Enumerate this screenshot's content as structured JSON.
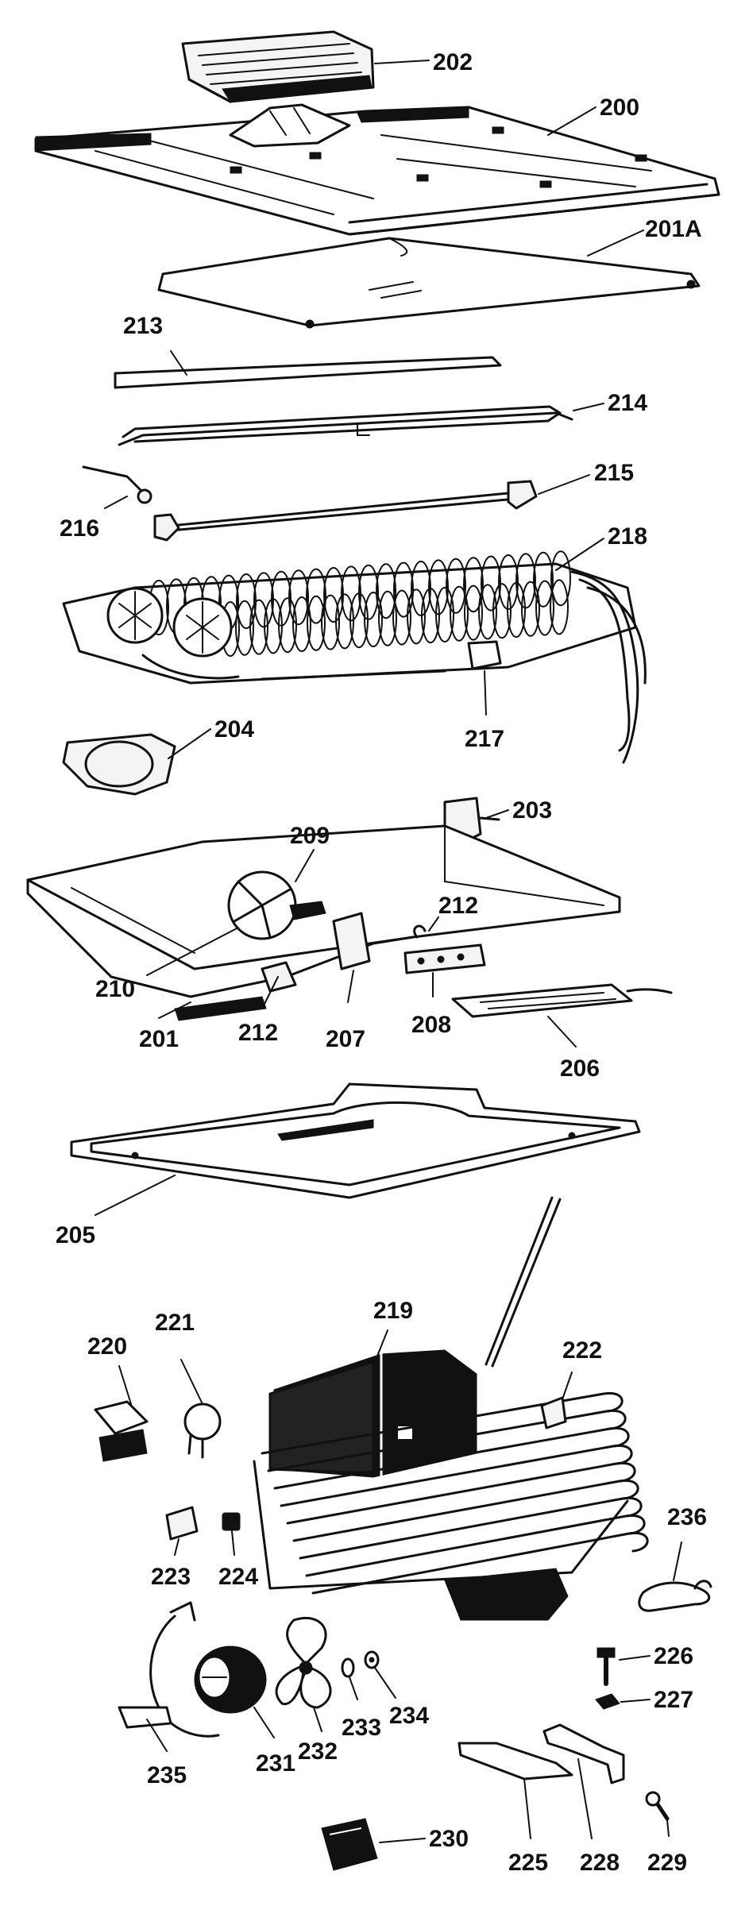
{
  "diagram": {
    "labels": {
      "p200": "200",
      "p201": "201",
      "p201A": "201A",
      "p202": "202",
      "p203": "203",
      "p204": "204",
      "p205": "205",
      "p206": "206",
      "p207": "207",
      "p208": "208",
      "p209": "209",
      "p210": "210",
      "p212a": "212",
      "p212b": "212",
      "p213": "213",
      "p214": "214",
      "p215": "215",
      "p216": "216",
      "p217": "217",
      "p218": "218",
      "p219": "219",
      "p220": "220",
      "p221": "221",
      "p222": "222",
      "p223": "223",
      "p224": "224",
      "p225": "225",
      "p226": "226",
      "p227": "227",
      "p228": "228",
      "p229": "229",
      "p230": "230",
      "p231": "231",
      "p232": "232",
      "p233": "233",
      "p234": "234",
      "p235": "235",
      "p236": "236"
    }
  }
}
